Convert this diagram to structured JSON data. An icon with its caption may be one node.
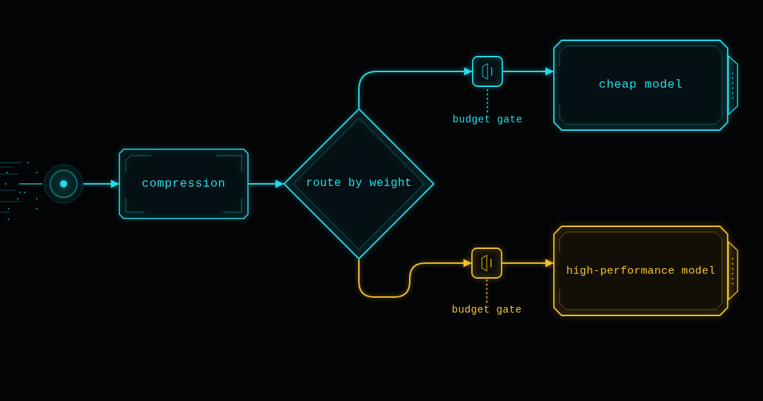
{
  "diagram": {
    "nodes": [
      {
        "text": [],
        "shape": "circle"
      },
      {
        "text": [
          "compression"
        ]
      },
      {
        "text": [
          "route by weight"
        ]
      },
      {
        "text": [],
        "shape": "box"
      },
      {
        "text": [
          "budget gate"
        ]
      },
      {
        "text": [
          "cheap model"
        ]
      },
      {
        "text": [],
        "shape": "box"
      },
      {
        "text": [
          "budget gate"
        ]
      },
      {
        "text": [
          "high-performance model"
        ]
      }
    ],
    "edges": [
      {
        "from": 0,
        "to": 1,
        "arrow": "to"
      },
      {
        "from": 1,
        "to": 2,
        "arrow": "to"
      },
      {
        "from": 2,
        "to": 3,
        "arrow": "to"
      },
      {
        "from": 3,
        "to": 5,
        "arrow": "to"
      },
      {
        "from": 4,
        "to": 3,
        "arrow": "none",
        "style": "dashed"
      },
      {
        "from": 2,
        "to": 6,
        "arrow": "to",
        "color": "#f2c12e"
      },
      {
        "from": 6,
        "to": 8,
        "arrow": "to",
        "color": "#f2c12e"
      },
      {
        "from": 7,
        "to": 6,
        "arrow": "none",
        "style": "dashed",
        "color": "#f2c12e"
      }
    ]
  }
}
